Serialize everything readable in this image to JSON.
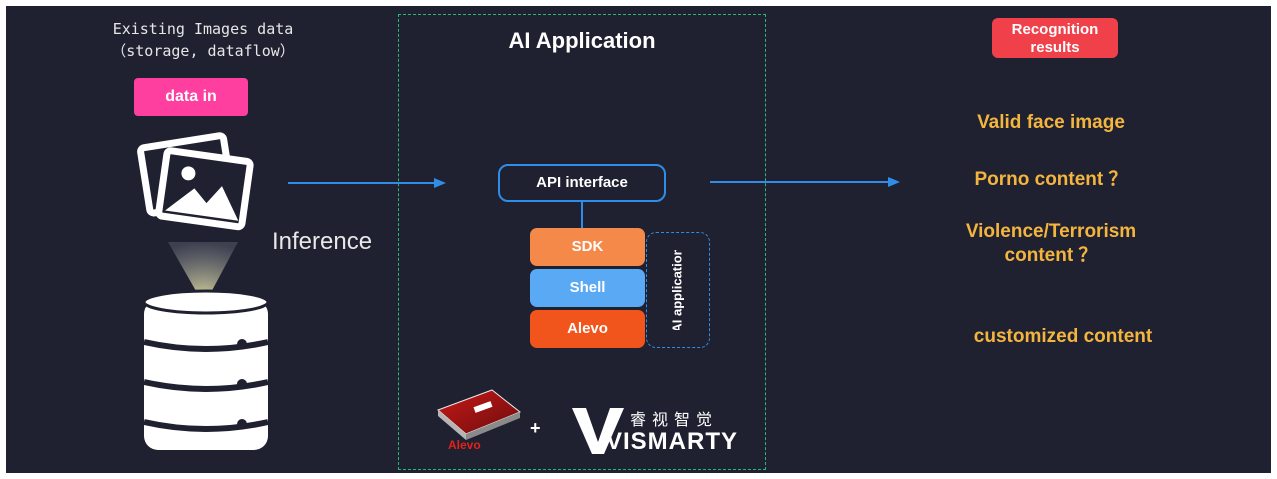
{
  "source": {
    "title_line1": "Existing Images data",
    "title_line2": "（storage, dataflow）",
    "data_in_label": "data in",
    "inference_label": "Inference"
  },
  "app": {
    "title": "AI Application",
    "api_label": "API interface",
    "stack": [
      "SDK",
      "Shell",
      "Alevo"
    ],
    "side_label": "AI application",
    "card_label": "Alevo",
    "plus": "+",
    "brand_cn": "睿视智觉",
    "brand_name": "VISMARTY"
  },
  "results": {
    "header": "Recognition results",
    "items": [
      "Valid face image",
      "Porno content ？",
      "Violence/Terrorism content ？",
      "customized content"
    ]
  },
  "colors": {
    "background": "#1f2030",
    "data_in": "#ff3fa0",
    "arrows": "#2f8de8",
    "app_border": "#27b877",
    "sdk": "#f5894a",
    "shell": "#5aa9f5",
    "alevo": "#f2551c",
    "recognition": "#f0404a",
    "result_text": "#f4b53f"
  },
  "icons": {
    "images": "photo-stack-icon",
    "database": "database-icon",
    "card": "accelerator-card-icon"
  }
}
